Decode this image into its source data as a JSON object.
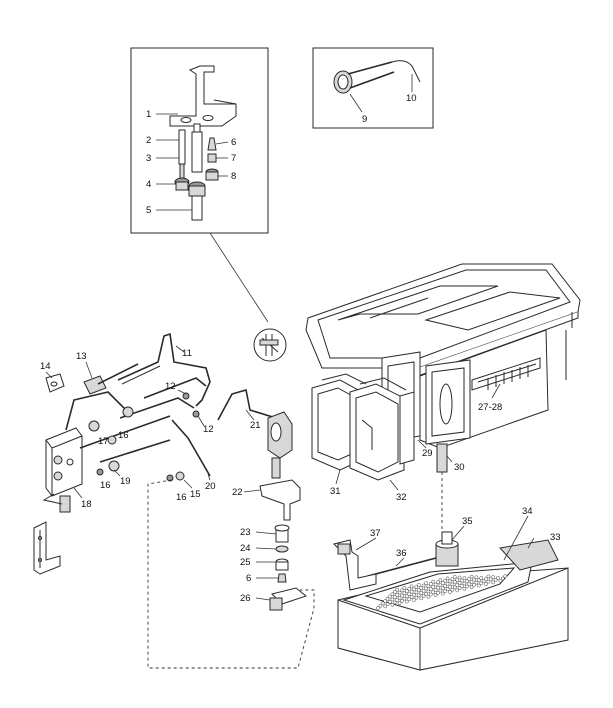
{
  "callouts": {
    "c1": "1",
    "c2": "2",
    "c3": "3",
    "c4": "4",
    "c5": "5",
    "c6": "6",
    "c7": "7",
    "c8": "8",
    "c9": "9",
    "c10": "10",
    "c11": "11",
    "c12a": "12",
    "c12b": "12",
    "c13": "13",
    "c14": "14",
    "c15": "15",
    "c16a": "16",
    "c16b": "16",
    "c17": "17",
    "c18": "18",
    "c19": "19",
    "c20": "20",
    "c21": "21",
    "c22": "22",
    "c23": "23",
    "c24": "24",
    "c25": "25",
    "c6b": "6",
    "c26": "26",
    "c2728": "27-28",
    "c29": "29",
    "c30": "30",
    "c31": "31",
    "c32": "32",
    "c33": "33",
    "c34": "34",
    "c35": "35",
    "c36": "36",
    "c37": "37"
  }
}
